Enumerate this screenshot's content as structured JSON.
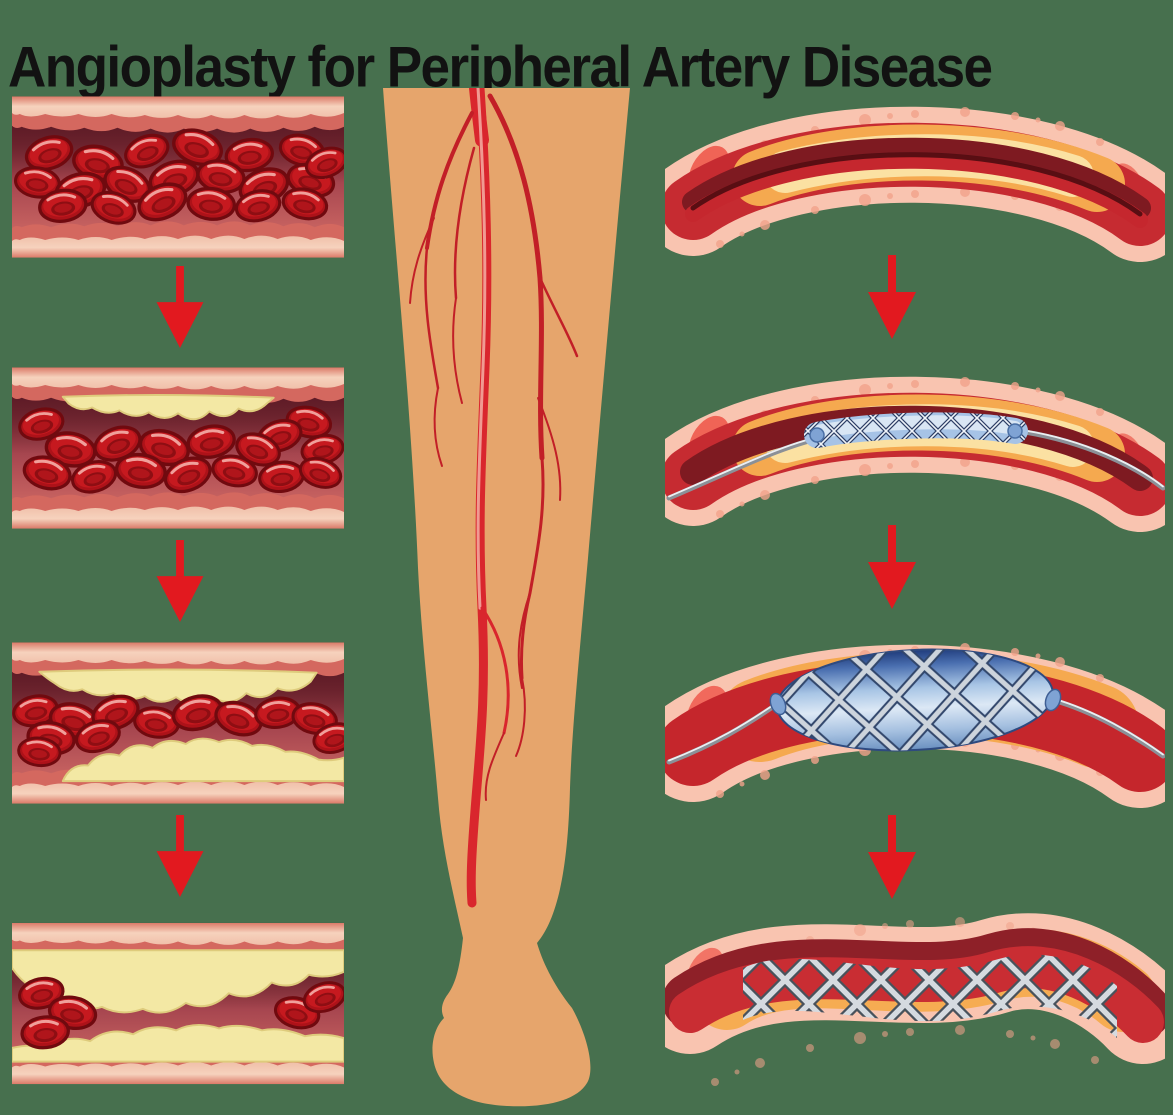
{
  "title": "Angioplasty for Peripheral Artery Disease",
  "palette": {
    "background": "#47704E",
    "title-color": "#121212",
    "arrow-red": "#E2191F",
    "skin": "#E6A56C",
    "artery-red": "#D9262D",
    "vessel-wall-cream": "#F4CDB9",
    "vessel-wall-pink": "#D4685F",
    "lumen-dark": "#5E1F2A",
    "lumen-mid": "#B5505A",
    "blood-cell-red": "#C6191F",
    "blood-cell-dark": "#700A0F",
    "plaque-pale-yellow": "#F3E8A4",
    "plaque-yellow-edge": "#DECB7C",
    "curved-wall-pink": "#F9C4B0",
    "curved-wall-speckle": "#F2A38B",
    "curved-wall-blush": "#EF5347",
    "plaque-orange": "#F5A94F",
    "plaque-orange-light": "#FBE1A2",
    "lumen-red-bright": "#C62B31",
    "balloon-blue": "#A9C7E9",
    "balloon-blue-deep": "#5E84B6",
    "balloon-mesh-navy": "#31466B",
    "stent-silver": "#D5DAE0",
    "stent-shadow": "#49525C",
    "catheter-gray": "#8B9097"
  },
  "left_sequence": {
    "name": "plaque-buildup-progression",
    "stages": [
      {
        "id": "healthy-artery-blood-cells"
      },
      {
        "id": "early-plaque-deposit"
      },
      {
        "id": "plaque-both-walls"
      },
      {
        "id": "severe-plaque-blockage"
      }
    ]
  },
  "center": {
    "id": "leg-arteries-illustration"
  },
  "right_sequence": {
    "name": "angioplasty-procedure",
    "stages": [
      {
        "id": "narrowed-artery-plaque"
      },
      {
        "id": "catheter-stent-inserted"
      },
      {
        "id": "balloon-inflated-stent-expanded"
      },
      {
        "id": "stent-deployed-artery-open"
      }
    ]
  }
}
